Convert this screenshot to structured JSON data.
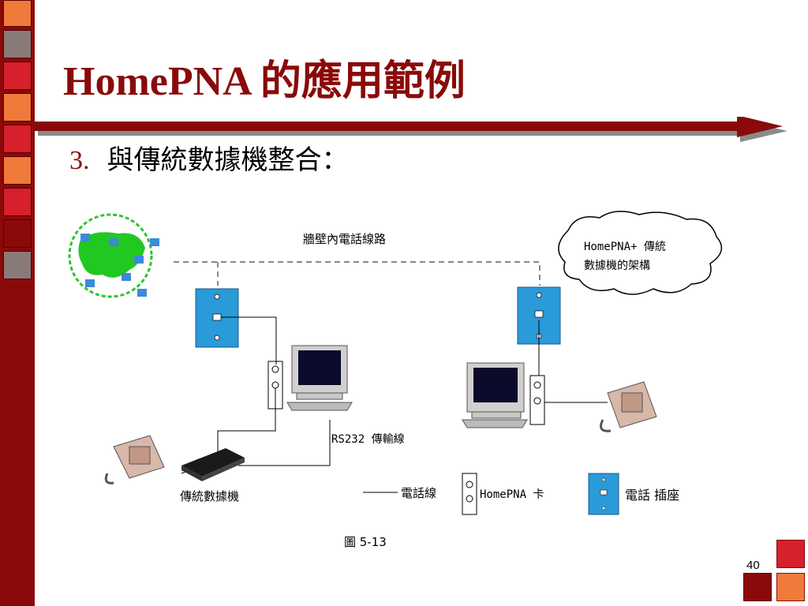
{
  "slide": {
    "title": "HomePNA 的應用範例",
    "bullet_number": "3.",
    "bullet_text": "與傳統數據機整合：",
    "page_number": "40"
  },
  "diagram": {
    "wall_line_label": "牆壁內電話線路",
    "cloud_text_line1": "HomePNA+ 傳統",
    "cloud_text_line2": "數據機的架構",
    "rs232_label": "RS232 傳輸線",
    "modem_label": "傳統數據機",
    "caption": "圖 5-13",
    "legend": {
      "phone_line": "電話線",
      "homepna_card": "HomePNA 卡",
      "phone_jack": "電話 插座"
    }
  },
  "colors": {
    "brand_red": "#8a0a0a",
    "square_orange": "#f07a3a",
    "square_red": "#d6202c",
    "square_gray": "#8a7a78",
    "jack_blue": "#2a9ad8"
  }
}
